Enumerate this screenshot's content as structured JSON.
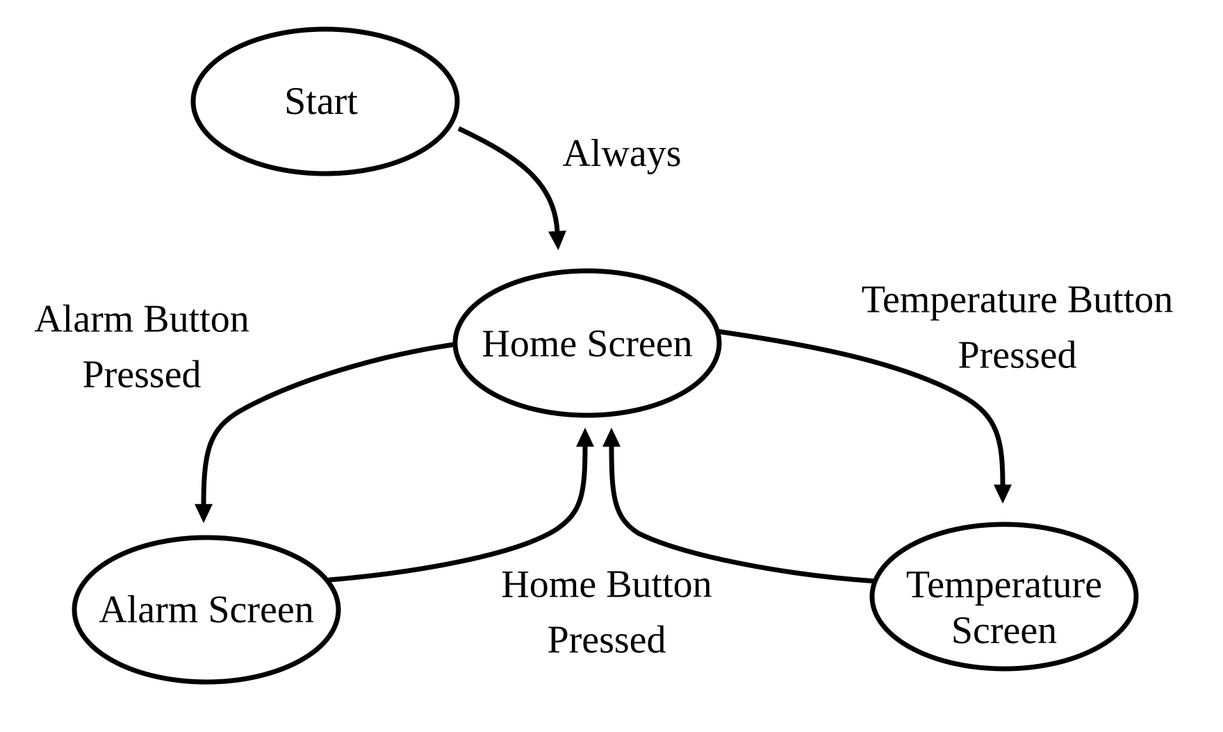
{
  "diagram": {
    "type": "state-diagram",
    "colors": {
      "stroke": "#000000",
      "background": "#ffffff",
      "text": "#000000"
    },
    "nodes": [
      {
        "id": "start",
        "label": "Start"
      },
      {
        "id": "home",
        "label": "Home Screen"
      },
      {
        "id": "alarm",
        "label": "Alarm Screen"
      },
      {
        "id": "temperature",
        "label_line1": "Temperature",
        "label_line2": "Screen"
      }
    ],
    "edges": [
      {
        "from": "start",
        "to": "home",
        "label": "Always"
      },
      {
        "from": "home",
        "to": "alarm",
        "label_line1": "Alarm Button",
        "label_line2": "Pressed"
      },
      {
        "from": "home",
        "to": "temperature",
        "label_line1": "Temperature Button",
        "label_line2": "Pressed"
      },
      {
        "from": "alarm",
        "to": "home",
        "label_line1": "Home Button",
        "label_line2": "Pressed"
      },
      {
        "from": "temperature",
        "to": "home",
        "label_line1": "Home Button",
        "label_line2": "Pressed"
      }
    ]
  }
}
